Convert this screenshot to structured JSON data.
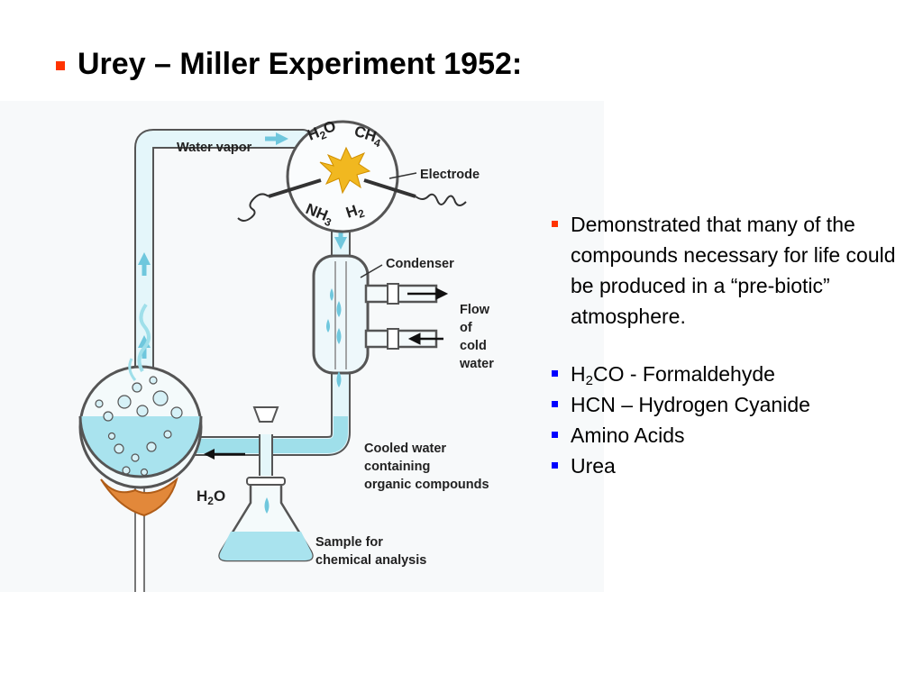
{
  "slide": {
    "title": "Urey – Miller Experiment 1952:",
    "colors": {
      "title_bullet": "#ff3300",
      "sub_bullet": "#0000ff",
      "water": "#a9e3ee"
    }
  },
  "diagram": {
    "labels": {
      "water_vapor": "Water vapor",
      "electrode": "Electrode",
      "condenser": "Condenser",
      "flow_1": "Flow",
      "flow_2": "of",
      "flow_3": "cold",
      "flow_4": "water",
      "cooled_1": "Cooled water",
      "cooled_2": "containing",
      "cooled_3": "organic compounds",
      "sample_1": "Sample for",
      "sample_2": "chemical analysis",
      "h2o_base": "H",
      "h2o_sub": "2",
      "h2o_end": "O"
    },
    "gases": {
      "h2o": {
        "base": "H",
        "sub": "2",
        "end": "O"
      },
      "ch4": {
        "base": "CH",
        "sub": "4"
      },
      "nh3": {
        "base": "NH",
        "sub": "3"
      },
      "h2": {
        "base": "H",
        "sub": "2"
      }
    }
  },
  "bullets": {
    "main": "Demonstrated that many of the compounds necessary for life could be produced in a “pre-biotic” atmosphere.",
    "items": [
      {
        "base": "H",
        "sub": "2",
        "rest": "CO - Formaldehyde"
      },
      {
        "text": "HCN – Hydrogen Cyanide"
      },
      {
        "text": "Amino Acids"
      },
      {
        "text": "Urea"
      }
    ]
  }
}
